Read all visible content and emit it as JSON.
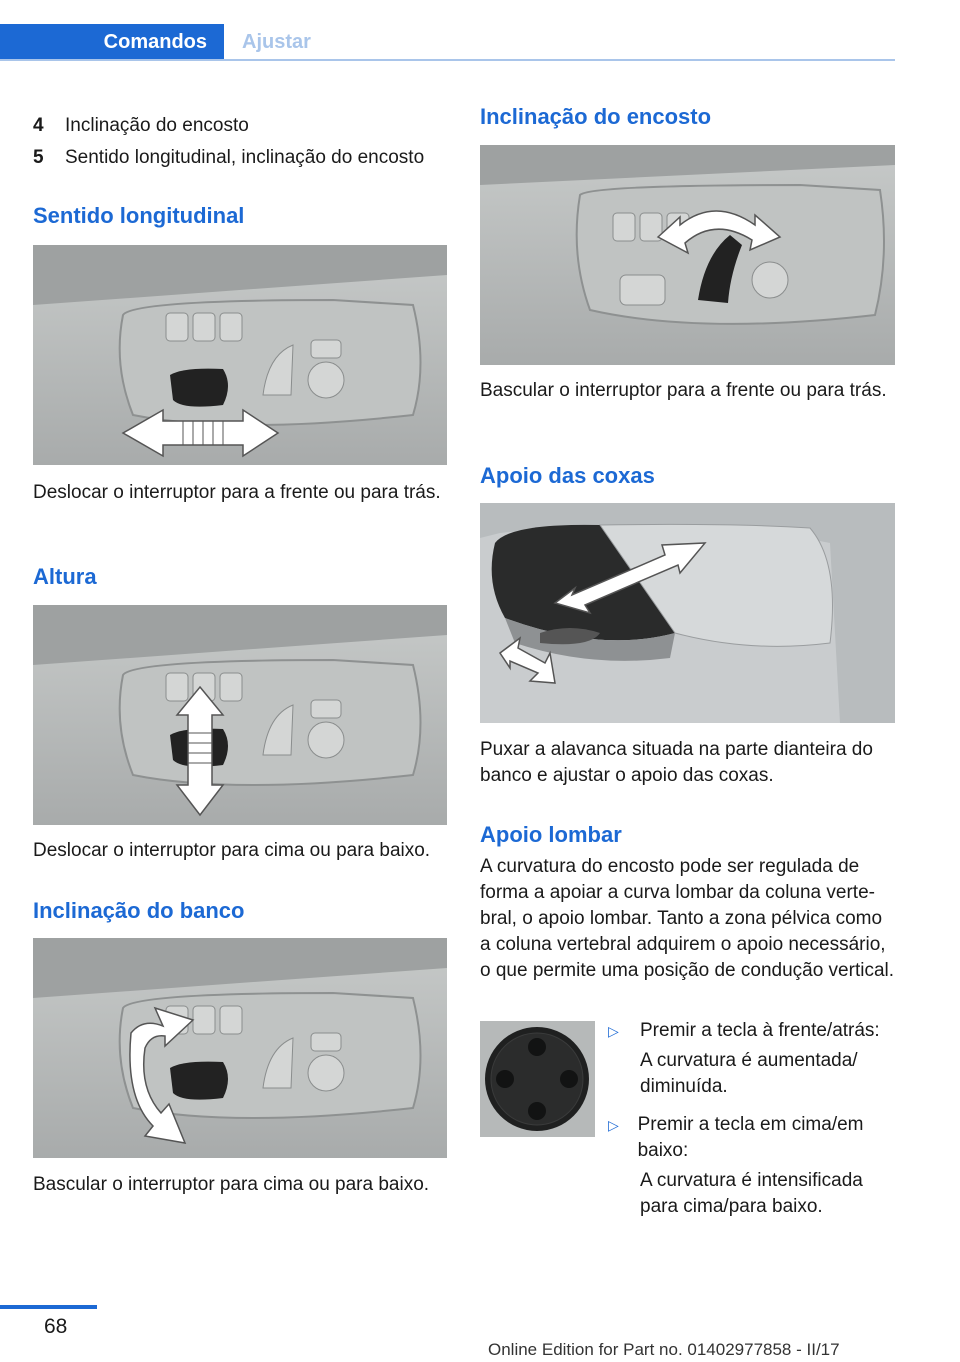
{
  "header": {
    "tab_active": "Comandos",
    "tab_inactive": "Ajustar"
  },
  "left": {
    "items": [
      {
        "num": "4",
        "text": "Inclinação do encosto"
      },
      {
        "num": "5",
        "text": "Sentido longitudinal, inclinação do encosto"
      }
    ],
    "section1": {
      "title": "Sentido longitudinal",
      "caption": "Deslocar o interruptor para a frente ou para trás."
    },
    "section2": {
      "title": "Altura",
      "caption": "Deslocar o interruptor para cima ou para baixo."
    },
    "section3": {
      "title": "Inclinação do banco",
      "caption": "Bascular o interruptor para cima ou para baixo."
    }
  },
  "right": {
    "section1": {
      "title": "Inclinação do encosto",
      "caption": "Bascular o interruptor para a frente ou para trás."
    },
    "section2": {
      "title": "Apoio das coxas",
      "caption": "Puxar a alavanca situada na parte dianteira do banco e ajustar o apoio das coxas."
    },
    "section3": {
      "title": "Apoio lombar",
      "body": "A curvatura do encosto pode ser regulada de forma a apoiar a curva lombar da coluna verte­bral, o apoio lombar. Tanto a zona pélvica como a coluna vertebral adquirem o apoio ne­cessário, o que permite uma posição de con­dução vertical.",
      "bullets": [
        {
          "main": "Premir a tecla à frente/atrás:",
          "sub": "A curvatura é aumentada/ diminuída."
        },
        {
          "main": "Premir a tecla em cima/em baixo:",
          "sub": "A curvatura é intensificada para cima/para baixo."
        }
      ]
    }
  },
  "footer": {
    "page": "68",
    "edition": "Online Edition for Part no. 01402977858 - II/17"
  },
  "colors": {
    "accent": "#1c69d4",
    "accent_light": "#a9c5ea"
  }
}
